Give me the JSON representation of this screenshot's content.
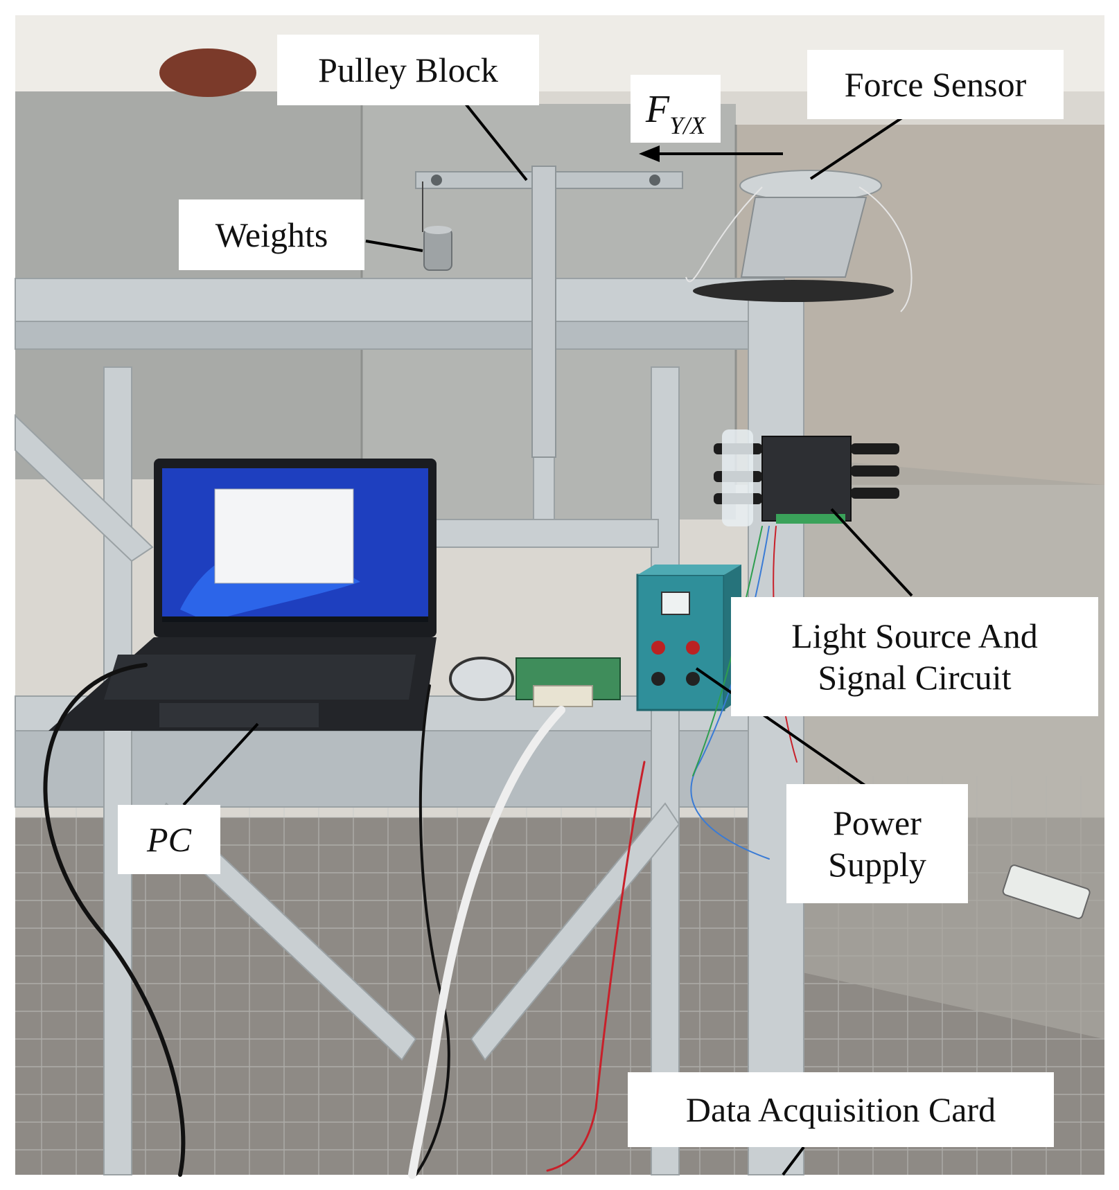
{
  "labels": {
    "pulley_block": "Pulley Block",
    "force_sensor": "Force Sensor",
    "force_symbol": "F",
    "force_subscript": "Y/X",
    "weights": "Weights",
    "light_source": "Light Source And\nSignal Circuit",
    "power_supply": "Power\nSupply",
    "pc": "PC",
    "daq_card": "Data Acquisition Card"
  },
  "colors": {
    "wall": "#d9d6d0",
    "cabinet": "#a9aba8",
    "aluminum": "#c9cfd2",
    "power_supply_box": "#2f8f9a",
    "laptop_screen": "#1e3fbf",
    "red_wire": "#c8202a",
    "floor": "#8f8b86"
  }
}
